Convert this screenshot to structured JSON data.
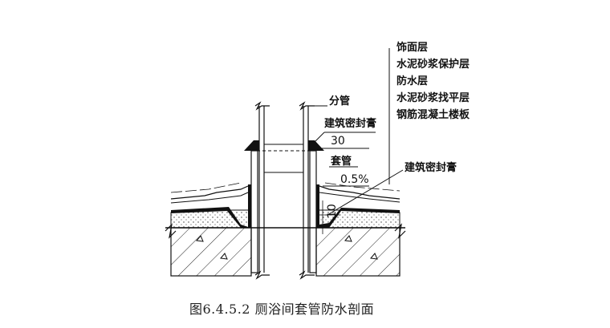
{
  "layers": [
    "饰面层",
    "水泥砂浆保护层",
    "防水层",
    "水泥砂浆找平层",
    "钢筋混凝土楼板"
  ],
  "labels": {
    "branch_pipe": "分管",
    "sealant_top": "建筑密封膏",
    "dim_30": "30",
    "sleeve": "套管",
    "slope": "0.5%",
    "sealant_right": "建筑密封膏",
    "dim_10": "10"
  },
  "caption": "图6.4.5.2  厕浴间套管防水剖面"
}
